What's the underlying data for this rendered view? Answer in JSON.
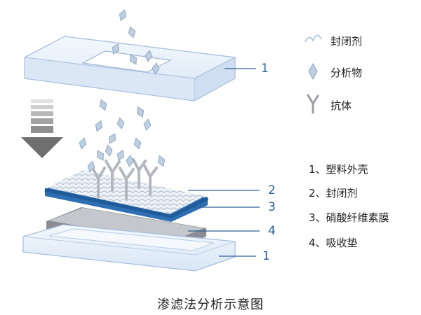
{
  "legend_icons": {
    "blocker": "封闭剂",
    "analyte": "分析物",
    "antibody": "抗体"
  },
  "parts": [
    "1、塑料外壳",
    "2、封闭剂",
    "3、硝酸纤维素膜",
    "4、吸收垫"
  ],
  "layer_numbers": {
    "top_case": "1",
    "blocker": "2",
    "membrane": "3",
    "pad": "4",
    "bottom_case": "1"
  },
  "caption": "渗滤法分析示意图",
  "colors": {
    "case_fill": "#e4eef9",
    "case_stroke": "#a8c0de",
    "membrane_blue": "#2e6fb3",
    "pad_gray": "#8a8e94",
    "leader_line": "#2f5f93",
    "analyte_fill": "#bfcfe2",
    "antibody": "#b4b8be",
    "arrow_dark": "#7f7f7f"
  },
  "icons": [
    "wavy-line-icon",
    "diamond-icon",
    "y-antibody-icon",
    "down-arrow-icon"
  ]
}
